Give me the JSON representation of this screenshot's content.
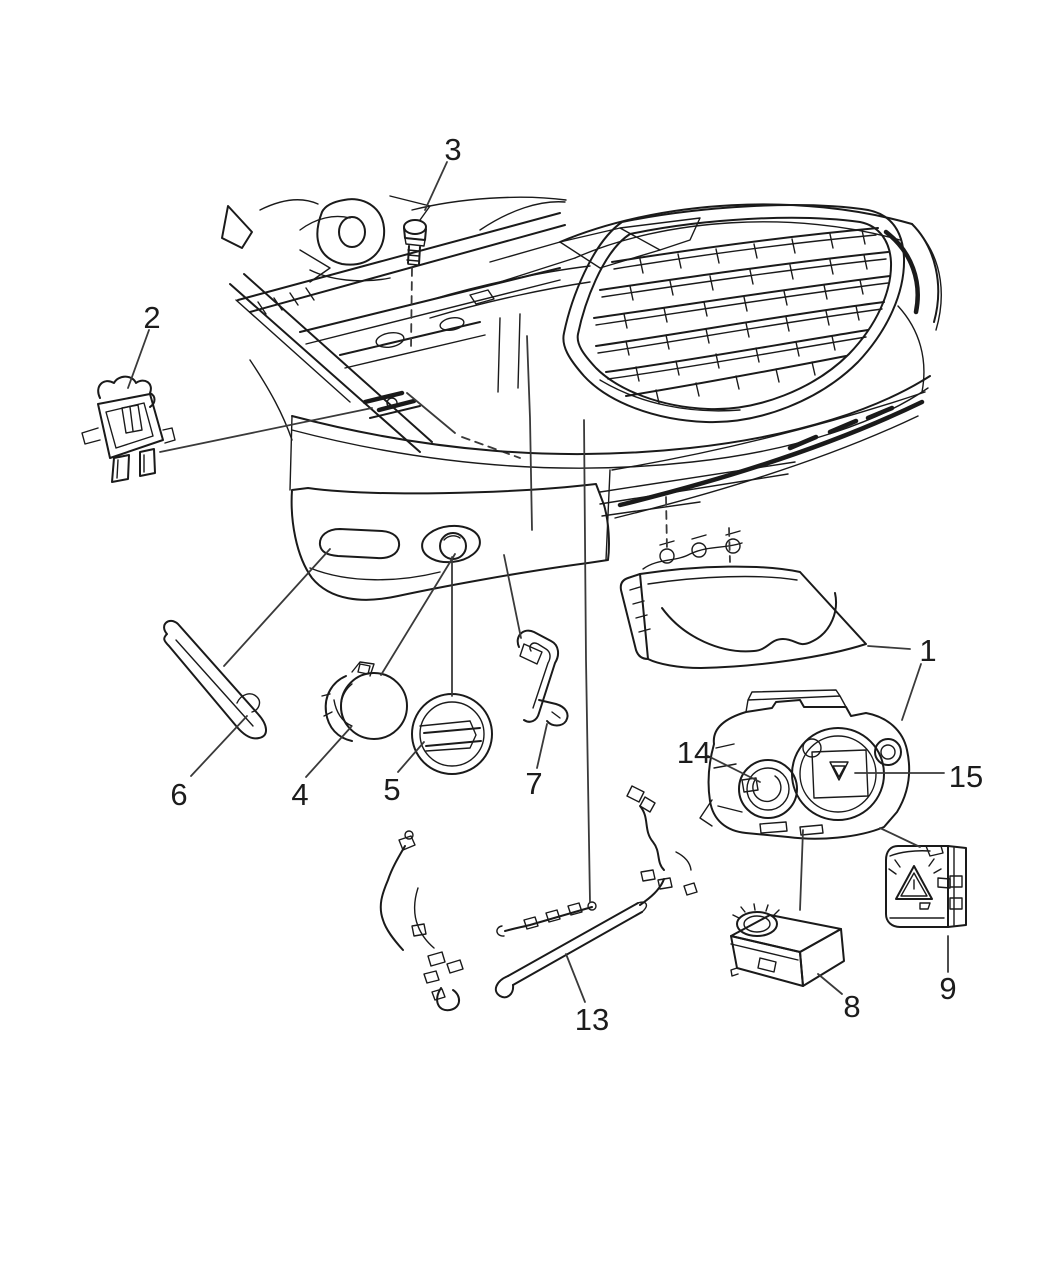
{
  "diagram": {
    "kind": "exploded-parts-line-diagram",
    "subject": "front-lamps-headlamp-and-fog-lamp",
    "background_color": "#ffffff",
    "ink_color": "#1a1a1a",
    "leader_color": "#3a3a3a",
    "callouts": [
      {
        "label": "1",
        "part": "headlamp-assembly"
      },
      {
        "label": "2",
        "part": "mounting-bracket"
      },
      {
        "label": "3",
        "part": "mounting-bolt"
      },
      {
        "label": "4",
        "part": "fog-lamp-bulb-socket"
      },
      {
        "label": "5",
        "part": "fog-lamp-access-cap"
      },
      {
        "label": "6",
        "part": "bezel-strip"
      },
      {
        "label": "7",
        "part": "retainer-clip"
      },
      {
        "label": "8",
        "part": "ballast-module"
      },
      {
        "label": "9",
        "part": "igniter-cover-warning-label"
      },
      {
        "label": "13",
        "part": "wiring-harness"
      },
      {
        "label": "14",
        "part": "headlamp-housing-rear"
      },
      {
        "label": "15",
        "part": "bulb-module"
      }
    ]
  }
}
